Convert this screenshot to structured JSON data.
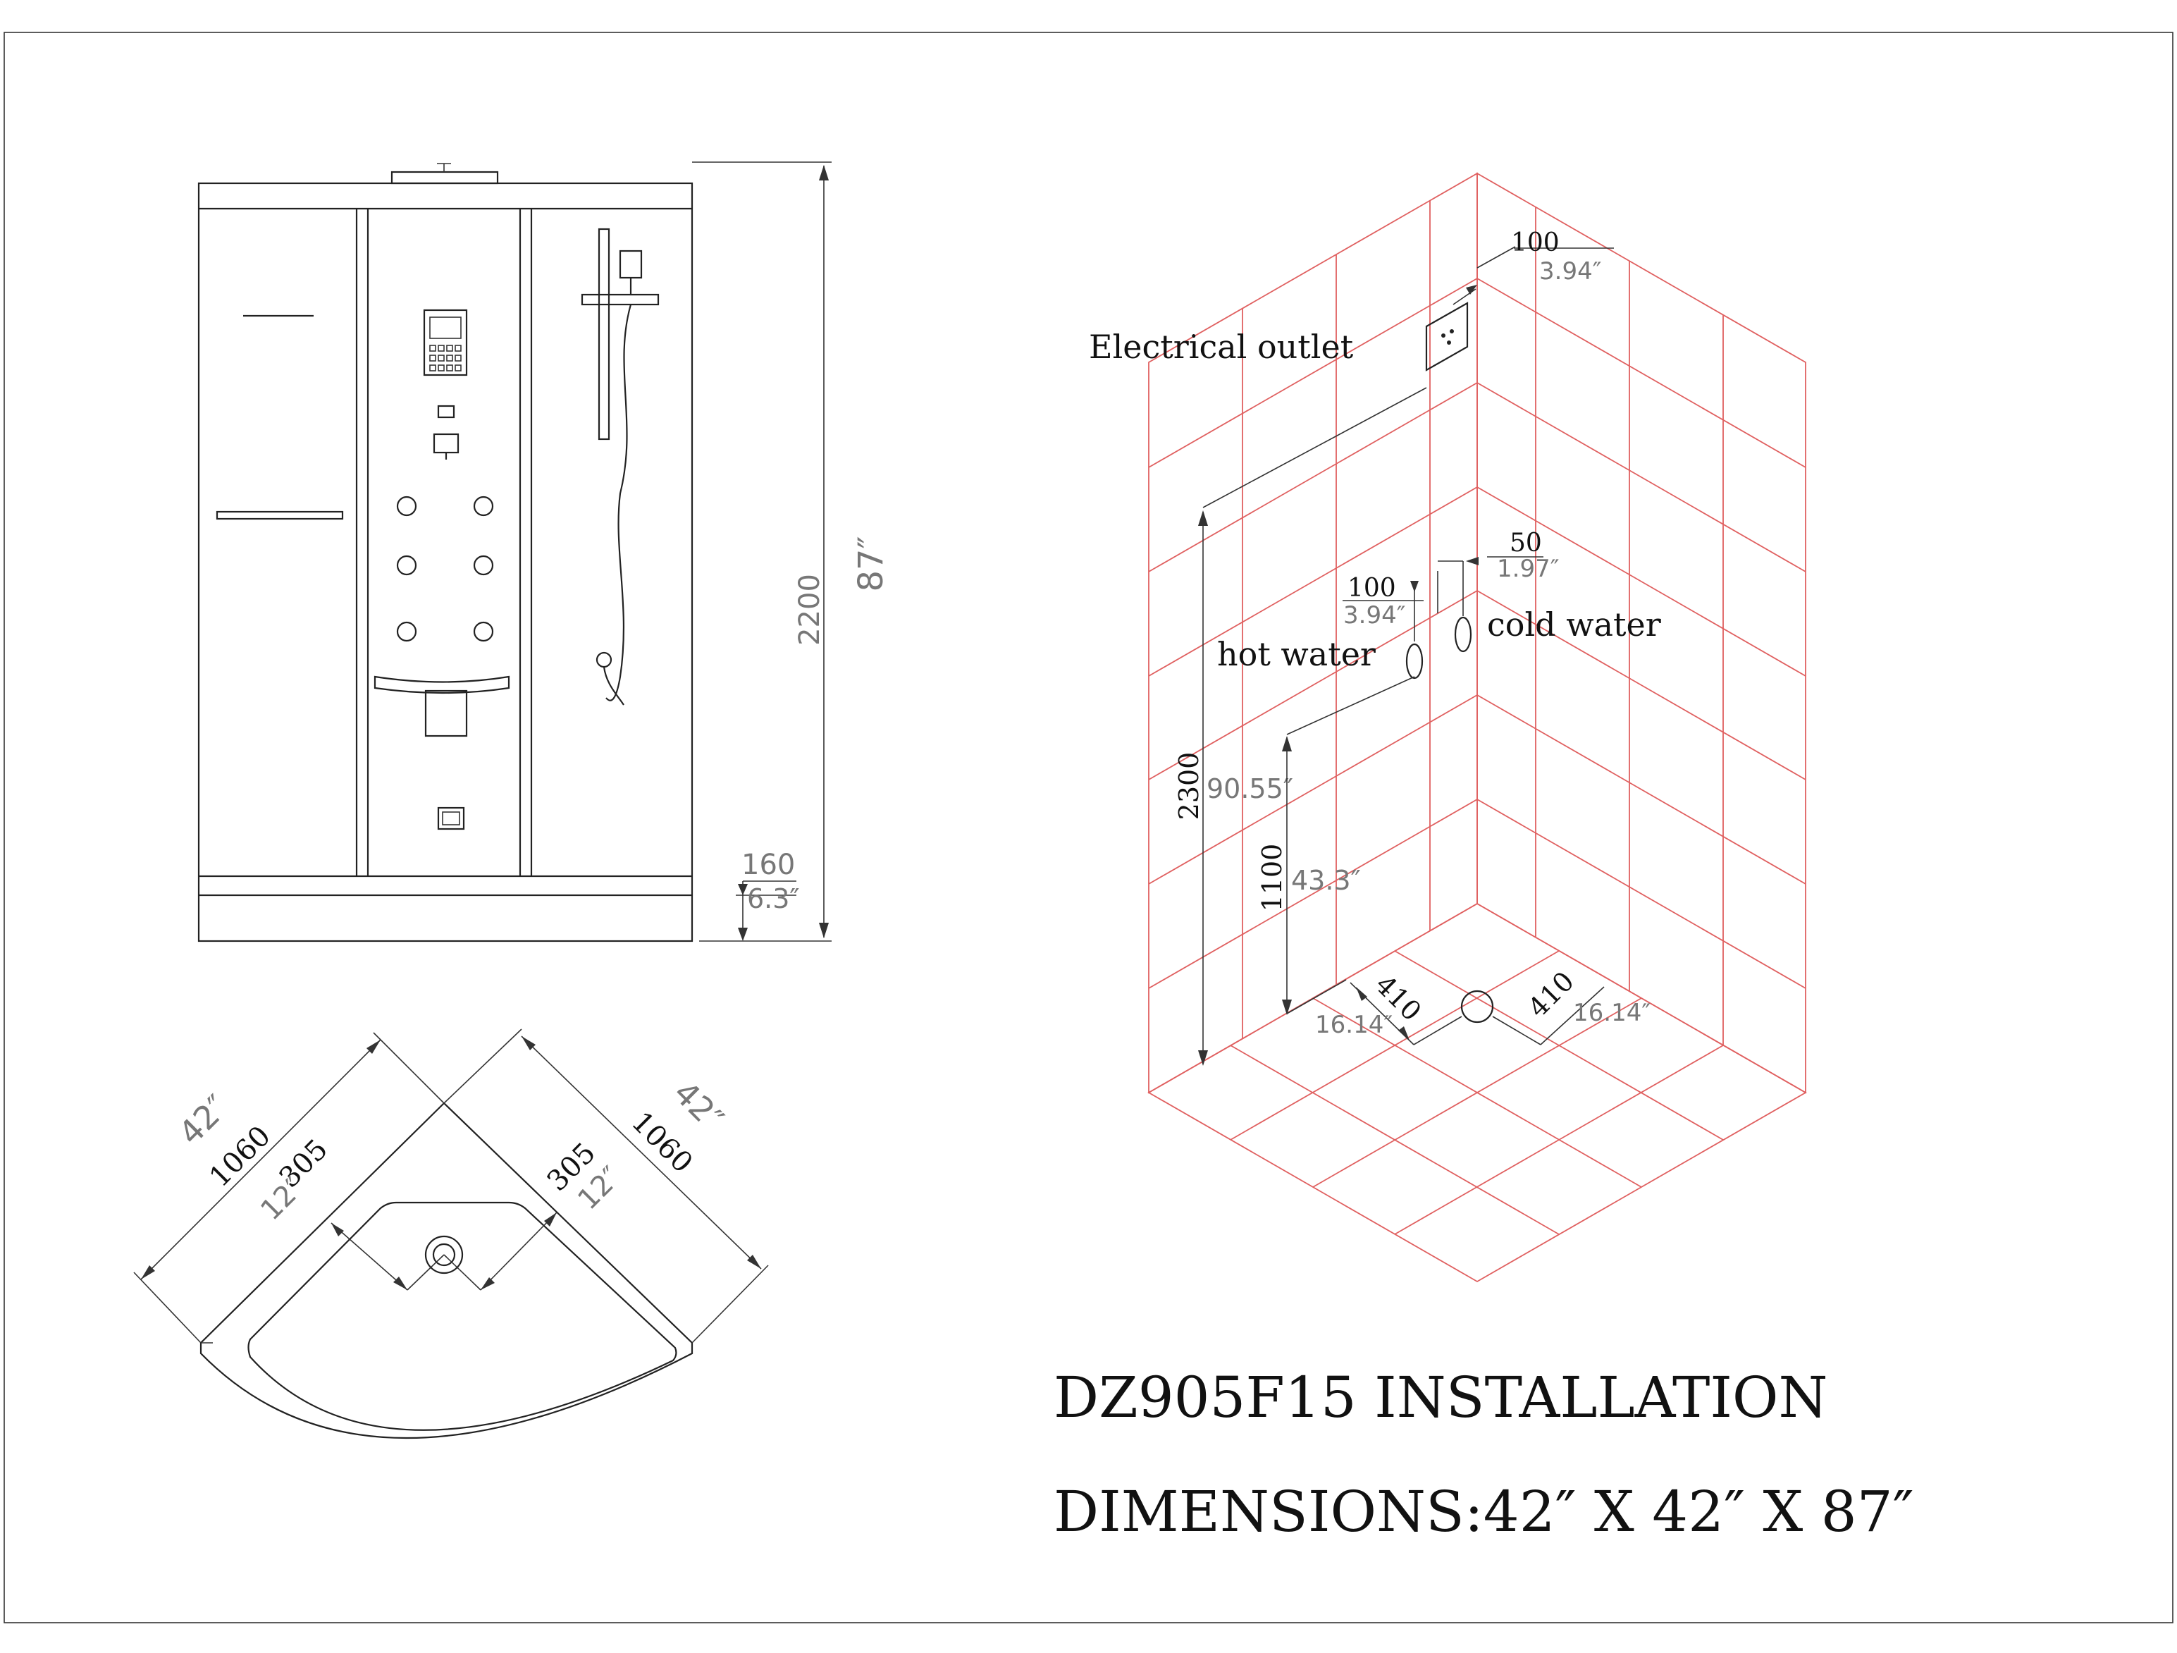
{
  "front_view": {
    "height_mm": "2200",
    "height_in": "87″",
    "base_mm": "160",
    "base_in": "6.3″"
  },
  "plan_view": {
    "left_side_in": "42″",
    "left_side_mm": "1060",
    "right_side_in": "42″",
    "right_side_mm": "1060",
    "left_drain_mm": "305",
    "left_drain_in": "12″",
    "right_drain_mm": "305",
    "right_drain_in": "12″"
  },
  "installation": {
    "outlet_label": "Electrical outlet",
    "outlet_offset_mm": "100",
    "outlet_offset_in": "3.94″",
    "hot_water_label": "hot water",
    "cold_water_label": "cold water",
    "hot_offset_mm": "100",
    "hot_offset_in": "3.94″",
    "cold_offset_mm": "50",
    "cold_offset_in": "1.97″",
    "outlet_height_mm": "2300",
    "outlet_height_in": "90.55″",
    "water_height_mm": "1100",
    "water_height_in": "43.3″",
    "drain_left_mm": "410",
    "drain_left_in": "16.14″",
    "drain_right_mm": "410",
    "drain_right_in": "16.14″"
  },
  "title": {
    "model_line": "DZ905F15 INSTALLATION",
    "dimensions_line": "DIMENSIONS:42″ X 42″ X 87″"
  },
  "colors": {
    "grid": "#e06060",
    "line": "#222222",
    "dim_text_grey": "#777777"
  }
}
